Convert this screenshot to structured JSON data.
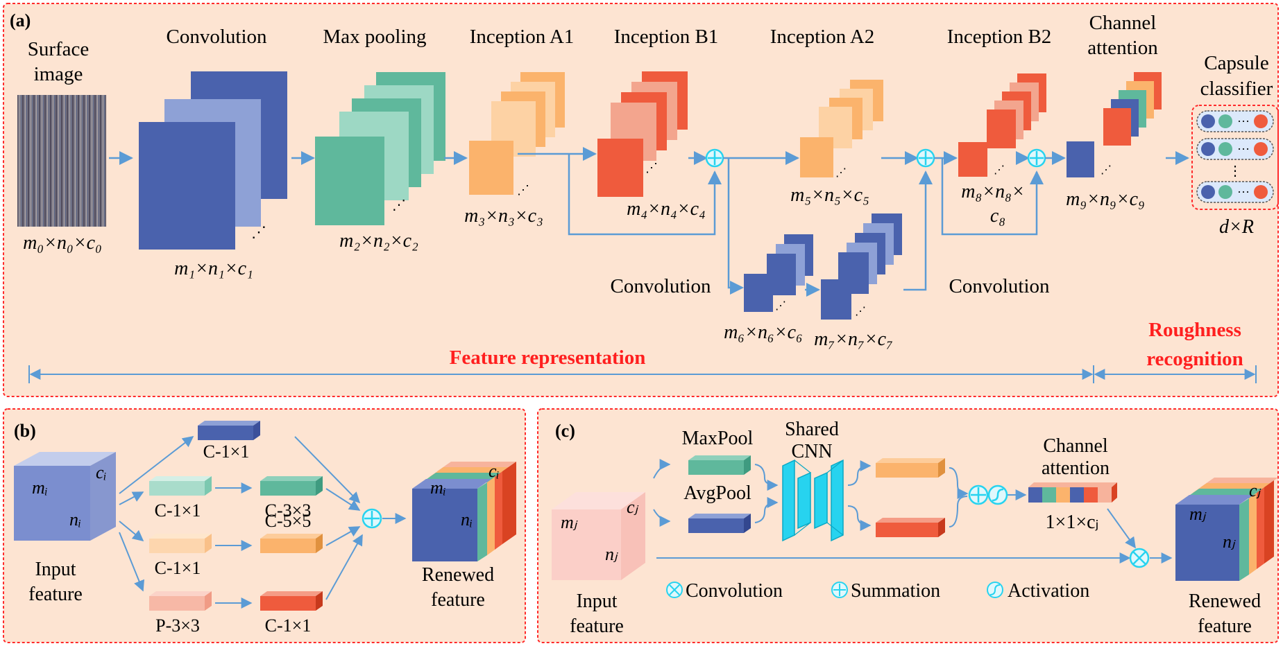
{
  "panels": {
    "a": {
      "label": "(a)",
      "input_title_line1": "Surface",
      "input_title_line2": "image",
      "stage_titles": {
        "conv": "Convolution",
        "maxpool": "Max pooling",
        "incA1": "Inception A1",
        "incB1": "Inception B1",
        "incA2": "Inception A2",
        "incB2": "Inception B2",
        "ca_line1": "Channel",
        "ca_line2": "attention",
        "caps_line1": "Capsule",
        "caps_line2": "classifier"
      },
      "branch_labels": {
        "conv_left": "Convolution",
        "conv_right": "Convolution"
      },
      "dims": {
        "d0": "m₀×n₀×c₀",
        "d1": "m₁×n₁×c₁",
        "d2": "m₂×n₂×c₂",
        "d3": "m₃×n₃×c₃",
        "d4": "m₄×n₄×c₄",
        "d5": "m₅×n₅×c₅",
        "d6": "m₆×n₆×c₆",
        "d7": "m₇×n₇×c₇",
        "d8_line1": "m₈×n₈×",
        "d8_line2": "c₈",
        "d9": "m₉×n₉×c₉",
        "dR": "d×R"
      },
      "capsule_vertical_dots": "⋮",
      "capsule_dots": "···",
      "span_feature": "Feature representation",
      "span_rough_line1": "Roughness",
      "span_rough_line2": "recognition"
    },
    "b": {
      "label": "(b)",
      "cube_c": "cᵢ",
      "cube_m": "mᵢ",
      "cube_n": "nᵢ",
      "input_line1": "Input",
      "input_line2": "feature",
      "blocks": [
        "C-1×1",
        "C-1×1",
        "C-3×3",
        "C-1×1",
        "C-5×5",
        "P-3×3",
        "C-1×1"
      ],
      "output_line1": "Renewed",
      "output_line2": "feature"
    },
    "c": {
      "label": "(c)",
      "cube_m": "mⱼ",
      "cube_n": "nⱼ",
      "cube_c": "cⱼ",
      "input_line1": "Input",
      "input_line2": "feature",
      "maxpool": "MaxPool",
      "avgpool": "AvgPool",
      "shared_line1": "Shared",
      "shared_line2": "CNN",
      "ca_line1": "Channel",
      "ca_line2": "attention",
      "ca_dim": "1×1×cⱼ",
      "legend_conv": "Convolution",
      "legend_sum": "Summation",
      "legend_act": "Activation",
      "output_line1": "Renewed",
      "output_line2": "feature"
    }
  },
  "colors": {
    "panel_bg": "#fde4d2",
    "panel_border": "#ff2a2a",
    "arrow": "#5b9bd5",
    "blue_dark": "#4a62ad",
    "blue_mid": "#6c82c4",
    "blue_light": "#8ea1d6",
    "green": "#5fb89c",
    "green_light": "#9dd8c4",
    "orange": "#fbb36c",
    "orange_light": "#fdd2a4",
    "red": "#ef5b3d",
    "red_light": "#f3a58e",
    "cyan": "#27d3ef"
  }
}
